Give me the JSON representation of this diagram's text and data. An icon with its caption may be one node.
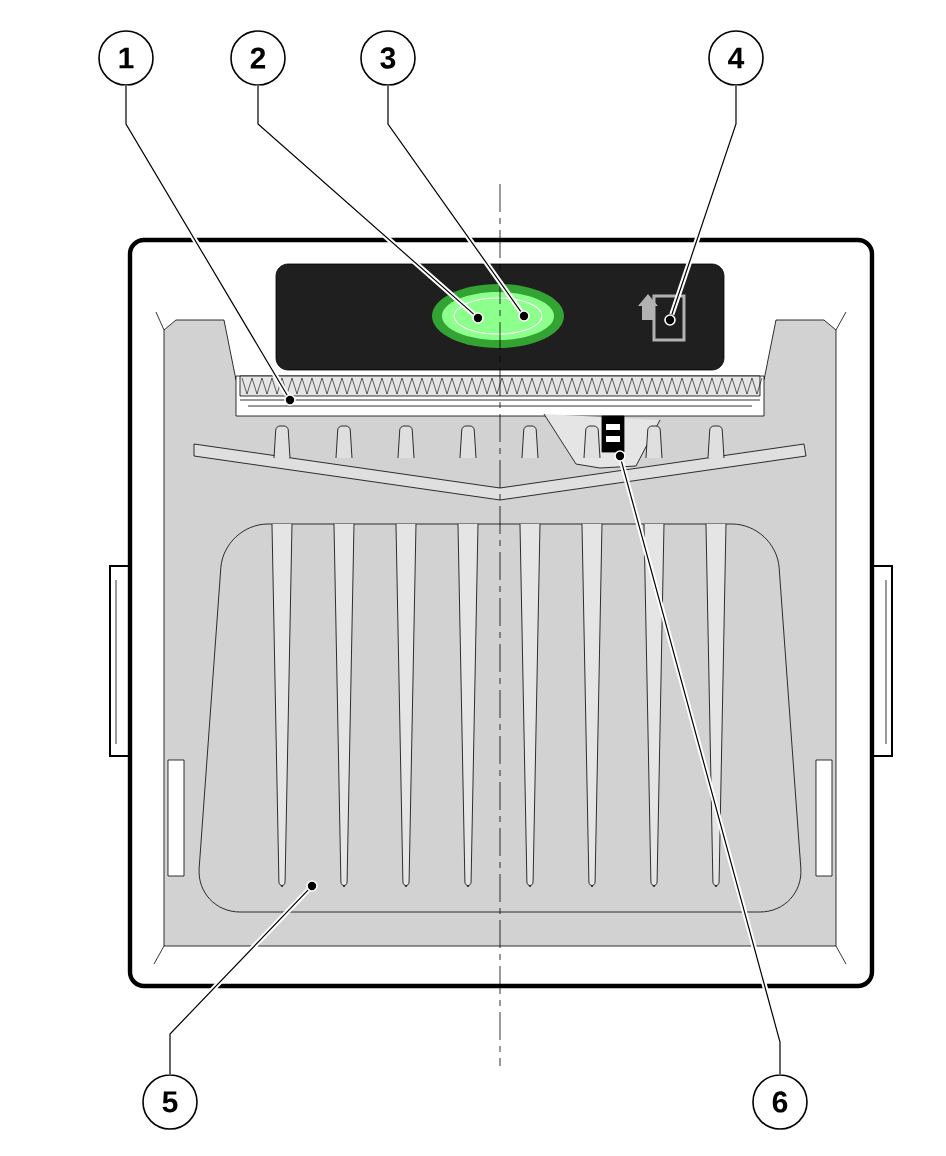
{
  "diagram": {
    "nodes": [
      {
        "text": [
          "1"
        ]
      },
      {
        "text": [
          "2"
        ]
      },
      {
        "text": [
          "3"
        ]
      },
      {
        "text": [
          "4"
        ]
      },
      {
        "text": [
          "5"
        ]
      },
      {
        "text": [
          "6"
        ]
      },
      {
        "text": [],
        "shape": "circle"
      },
      {
        "text": [],
        "shape": "circle"
      },
      {
        "text": [],
        "shape": "circle"
      },
      {
        "text": [],
        "shape": "circle"
      },
      {
        "text": [],
        "shape": "circle"
      },
      {
        "text": [],
        "shape": "circle"
      }
    ],
    "edges": [
      {
        "from": 0,
        "to": 6,
        "arrow": "none"
      },
      {
        "from": 1,
        "to": 7,
        "arrow": "none"
      },
      {
        "from": 2,
        "to": 8,
        "arrow": "none"
      },
      {
        "from": 3,
        "to": 9,
        "arrow": "none"
      },
      {
        "from": 4,
        "to": 10,
        "arrow": "none"
      },
      {
        "from": 5,
        "to": 11,
        "arrow": "none"
      }
    ]
  }
}
